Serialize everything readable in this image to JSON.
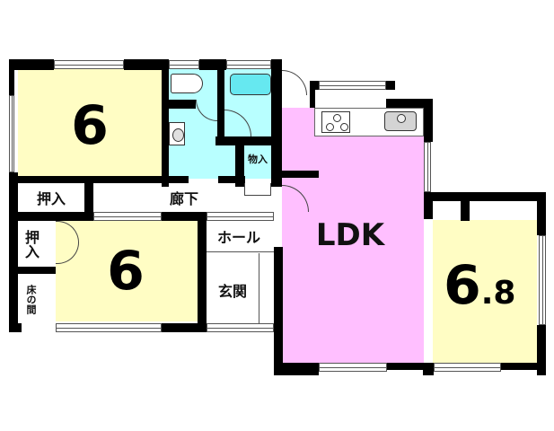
{
  "floorplan": {
    "colors": {
      "wall": "#000000",
      "washitsu": "#FFFDC4",
      "ldk": "#FFBFFF",
      "wet_area": "#B8FFFF",
      "circulation": "#FFFFFF"
    },
    "rooms": {
      "room_nw": {
        "size": "6"
      },
      "room_sw": {
        "size": "6"
      },
      "room_e": {
        "size_main": "6",
        "size_decimal": ".8"
      },
      "ldk": {
        "label": "LDK"
      },
      "oshiire_1": {
        "label": "押入"
      },
      "oshiire_2": {
        "label": "押入"
      },
      "tokonoma": {
        "label": "床の間"
      },
      "corridor": {
        "label": "廊下"
      },
      "hall": {
        "label": "ホール"
      },
      "genkan": {
        "label": "玄関"
      },
      "storage": {
        "label": "物入"
      }
    },
    "fixtures": [
      "toilet-icon",
      "bathtub-icon",
      "washbasin-icon",
      "stove-icon",
      "sink-icon"
    ]
  }
}
